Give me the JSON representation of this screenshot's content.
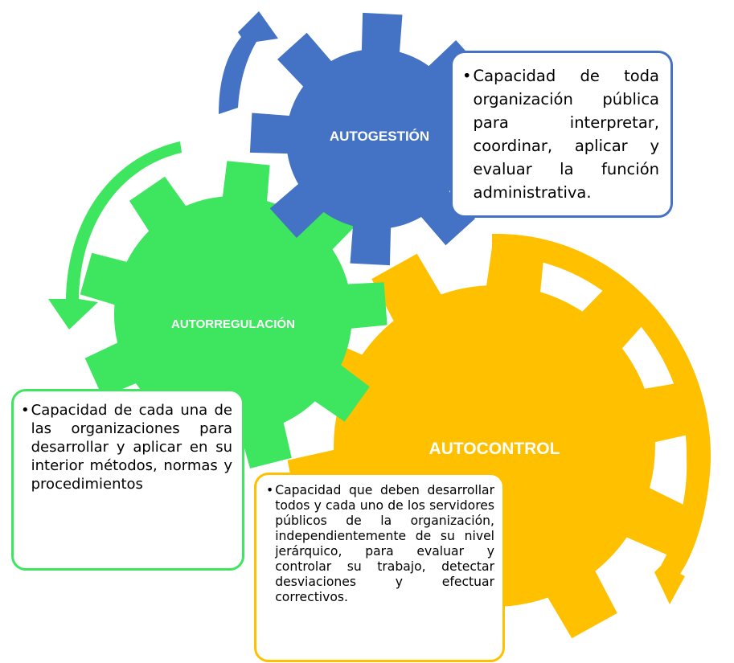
{
  "colors": {
    "autogestion": "#4472c4",
    "autorregulacion": "#3ee65f",
    "autocontrol": "#ffc000"
  },
  "gears": {
    "autogestion": {
      "label": "AUTOGESTIÓN"
    },
    "autorregulacion": {
      "label": "AUTORREGULACIÓN"
    },
    "autocontrol": {
      "label": "AUTOCONTROL"
    }
  },
  "boxes": {
    "autogestion": {
      "bullet": "•",
      "text": "Capacidad de toda organización pública para interpretar, coordinar, aplicar y evaluar la función administrativa."
    },
    "autorregulacion": {
      "bullet": "•",
      "text": "Capacidad de cada una de las organizaciones para desarrollar y aplicar en su interior métodos, normas y procedimientos"
    },
    "autocontrol": {
      "bullet": "•",
      "text": "Capacidad que deben desarrollar todos y cada uno de los servidores públicos de la organización, independientemente de su nivel jerárquico, para evaluar y controlar su trabajo, detectar desviaciones y efectuar correctivos."
    }
  }
}
